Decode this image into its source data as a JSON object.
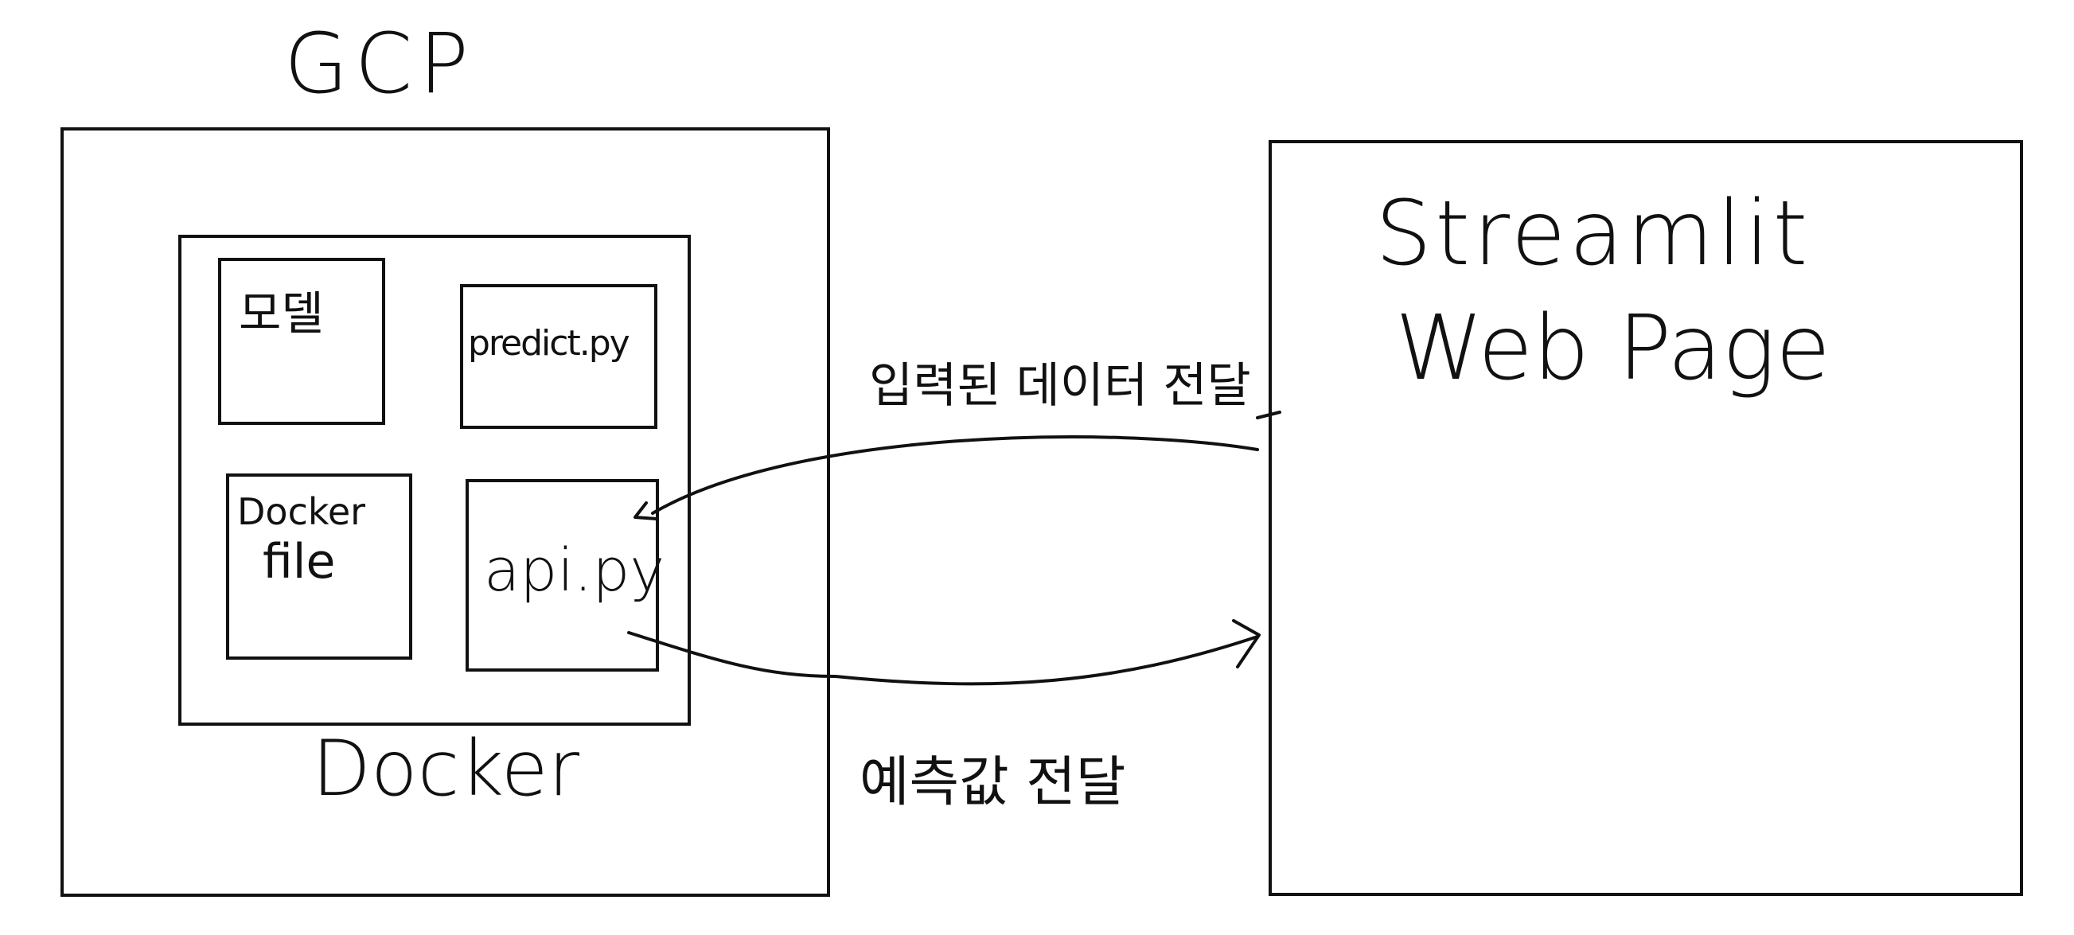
{
  "gcp": {
    "label": "GCP"
  },
  "docker": {
    "label": "Docker",
    "files": {
      "model": "모델",
      "predict": "predict.py",
      "dockerfile_line1": "Docker",
      "dockerfile_line2": "file",
      "api": "api.py"
    }
  },
  "streamlit": {
    "line1": "Streamlit",
    "line2": "Web Page"
  },
  "arrows": {
    "input": "입력된 데이터 전달",
    "prediction": "예측값 전달"
  }
}
